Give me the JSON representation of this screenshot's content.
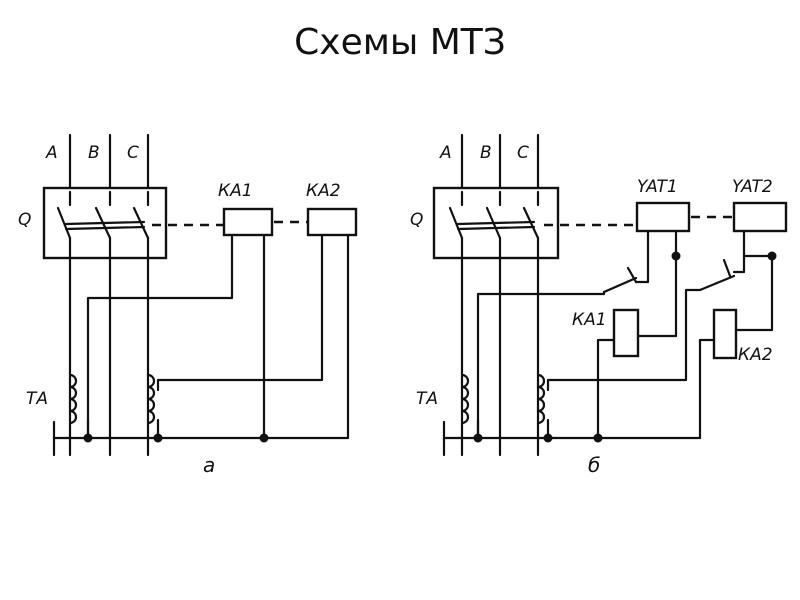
{
  "title": "Схемы МТЗ",
  "diagram_a": {
    "phases": [
      "A",
      "B",
      "C"
    ],
    "breaker": "Q",
    "relays": [
      "КА1",
      "КА2"
    ],
    "transformer": "ТА",
    "caption": "а"
  },
  "diagram_b": {
    "phases": [
      "A",
      "B",
      "C"
    ],
    "breaker": "Q",
    "trip_coils": [
      "YAT1",
      "YAT2"
    ],
    "relays": [
      "КА1",
      "КА2"
    ],
    "transformer": "ТА",
    "caption": "б"
  }
}
